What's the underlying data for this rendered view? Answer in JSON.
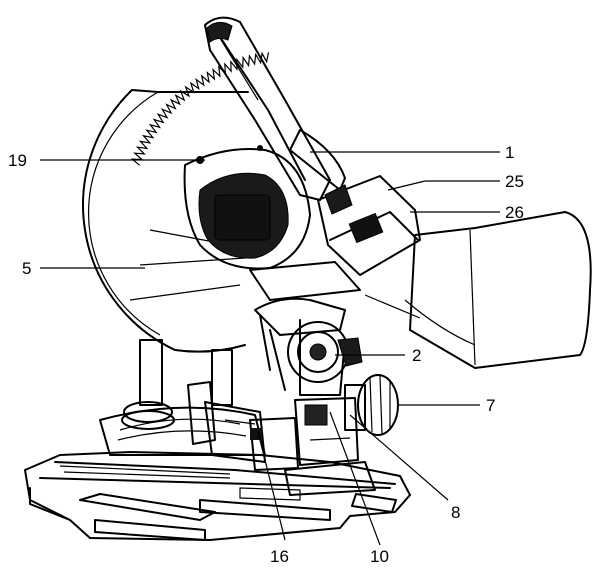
{
  "callouts": [
    {
      "id": "c19",
      "label": "19"
    },
    {
      "id": "c1",
      "label": "1"
    },
    {
      "id": "c25",
      "label": "25"
    },
    {
      "id": "c26",
      "label": "26"
    },
    {
      "id": "c5",
      "label": "5"
    },
    {
      "id": "c2",
      "label": "2"
    },
    {
      "id": "c7",
      "label": "7"
    },
    {
      "id": "c8",
      "label": "8"
    },
    {
      "id": "c16",
      "label": "16"
    },
    {
      "id": "c10",
      "label": "10"
    }
  ]
}
